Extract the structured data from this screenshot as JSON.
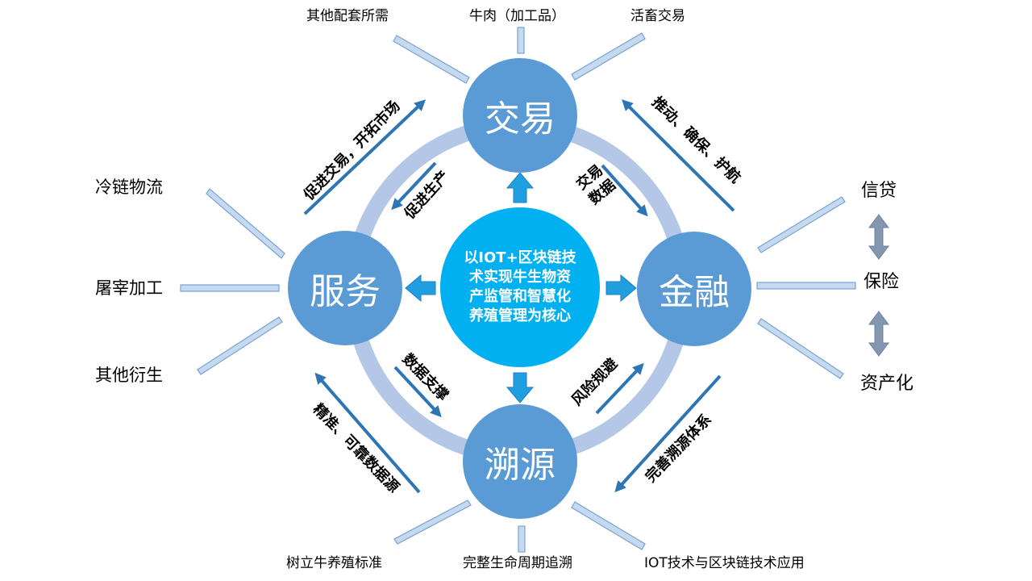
{
  "core": {
    "lines": [
      "以IOT+区块链技",
      "术实现牛生物资",
      "产监管和智慧化",
      "养殖管理为核心"
    ]
  },
  "nodes": {
    "trade": "交易",
    "service": "服务",
    "finance": "金融",
    "trace": "溯源"
  },
  "trade_outputs": [
    "其他配套所需",
    "牛肉（加工品）",
    "活畜交易"
  ],
  "service_outputs": [
    "冷链物流",
    "屠宰加工",
    "其他衍生"
  ],
  "finance_outputs": [
    "信贷",
    "保险",
    "资产化"
  ],
  "trace_outputs": [
    "树立牛养殖标准",
    "完整生命周期追溯",
    "IOT技术与区块链技术应用"
  ],
  "flows": {
    "service_to_trade_outer": "促进交易，开拓市场",
    "trade_to_service_inner": "促进生产",
    "finance_to_trade_outer": "推动、确保、护航",
    "trade_to_finance_inner": "交易数据",
    "service_to_trace_inner": "数据支撑",
    "trace_to_service_outer": "精准、可靠数据源",
    "trace_to_finance_inner": "风险规避",
    "finance_to_trace_outer": "完善溯源体系"
  },
  "colors": {
    "node": "#5b9bd5",
    "core": "#00b0f0",
    "ring": "#b4c7e7",
    "arrow": "#2e75b6",
    "line_fill": "#c5d9f0",
    "line_stroke": "#7aa3d1",
    "double_arrow": "#8497b0"
  }
}
